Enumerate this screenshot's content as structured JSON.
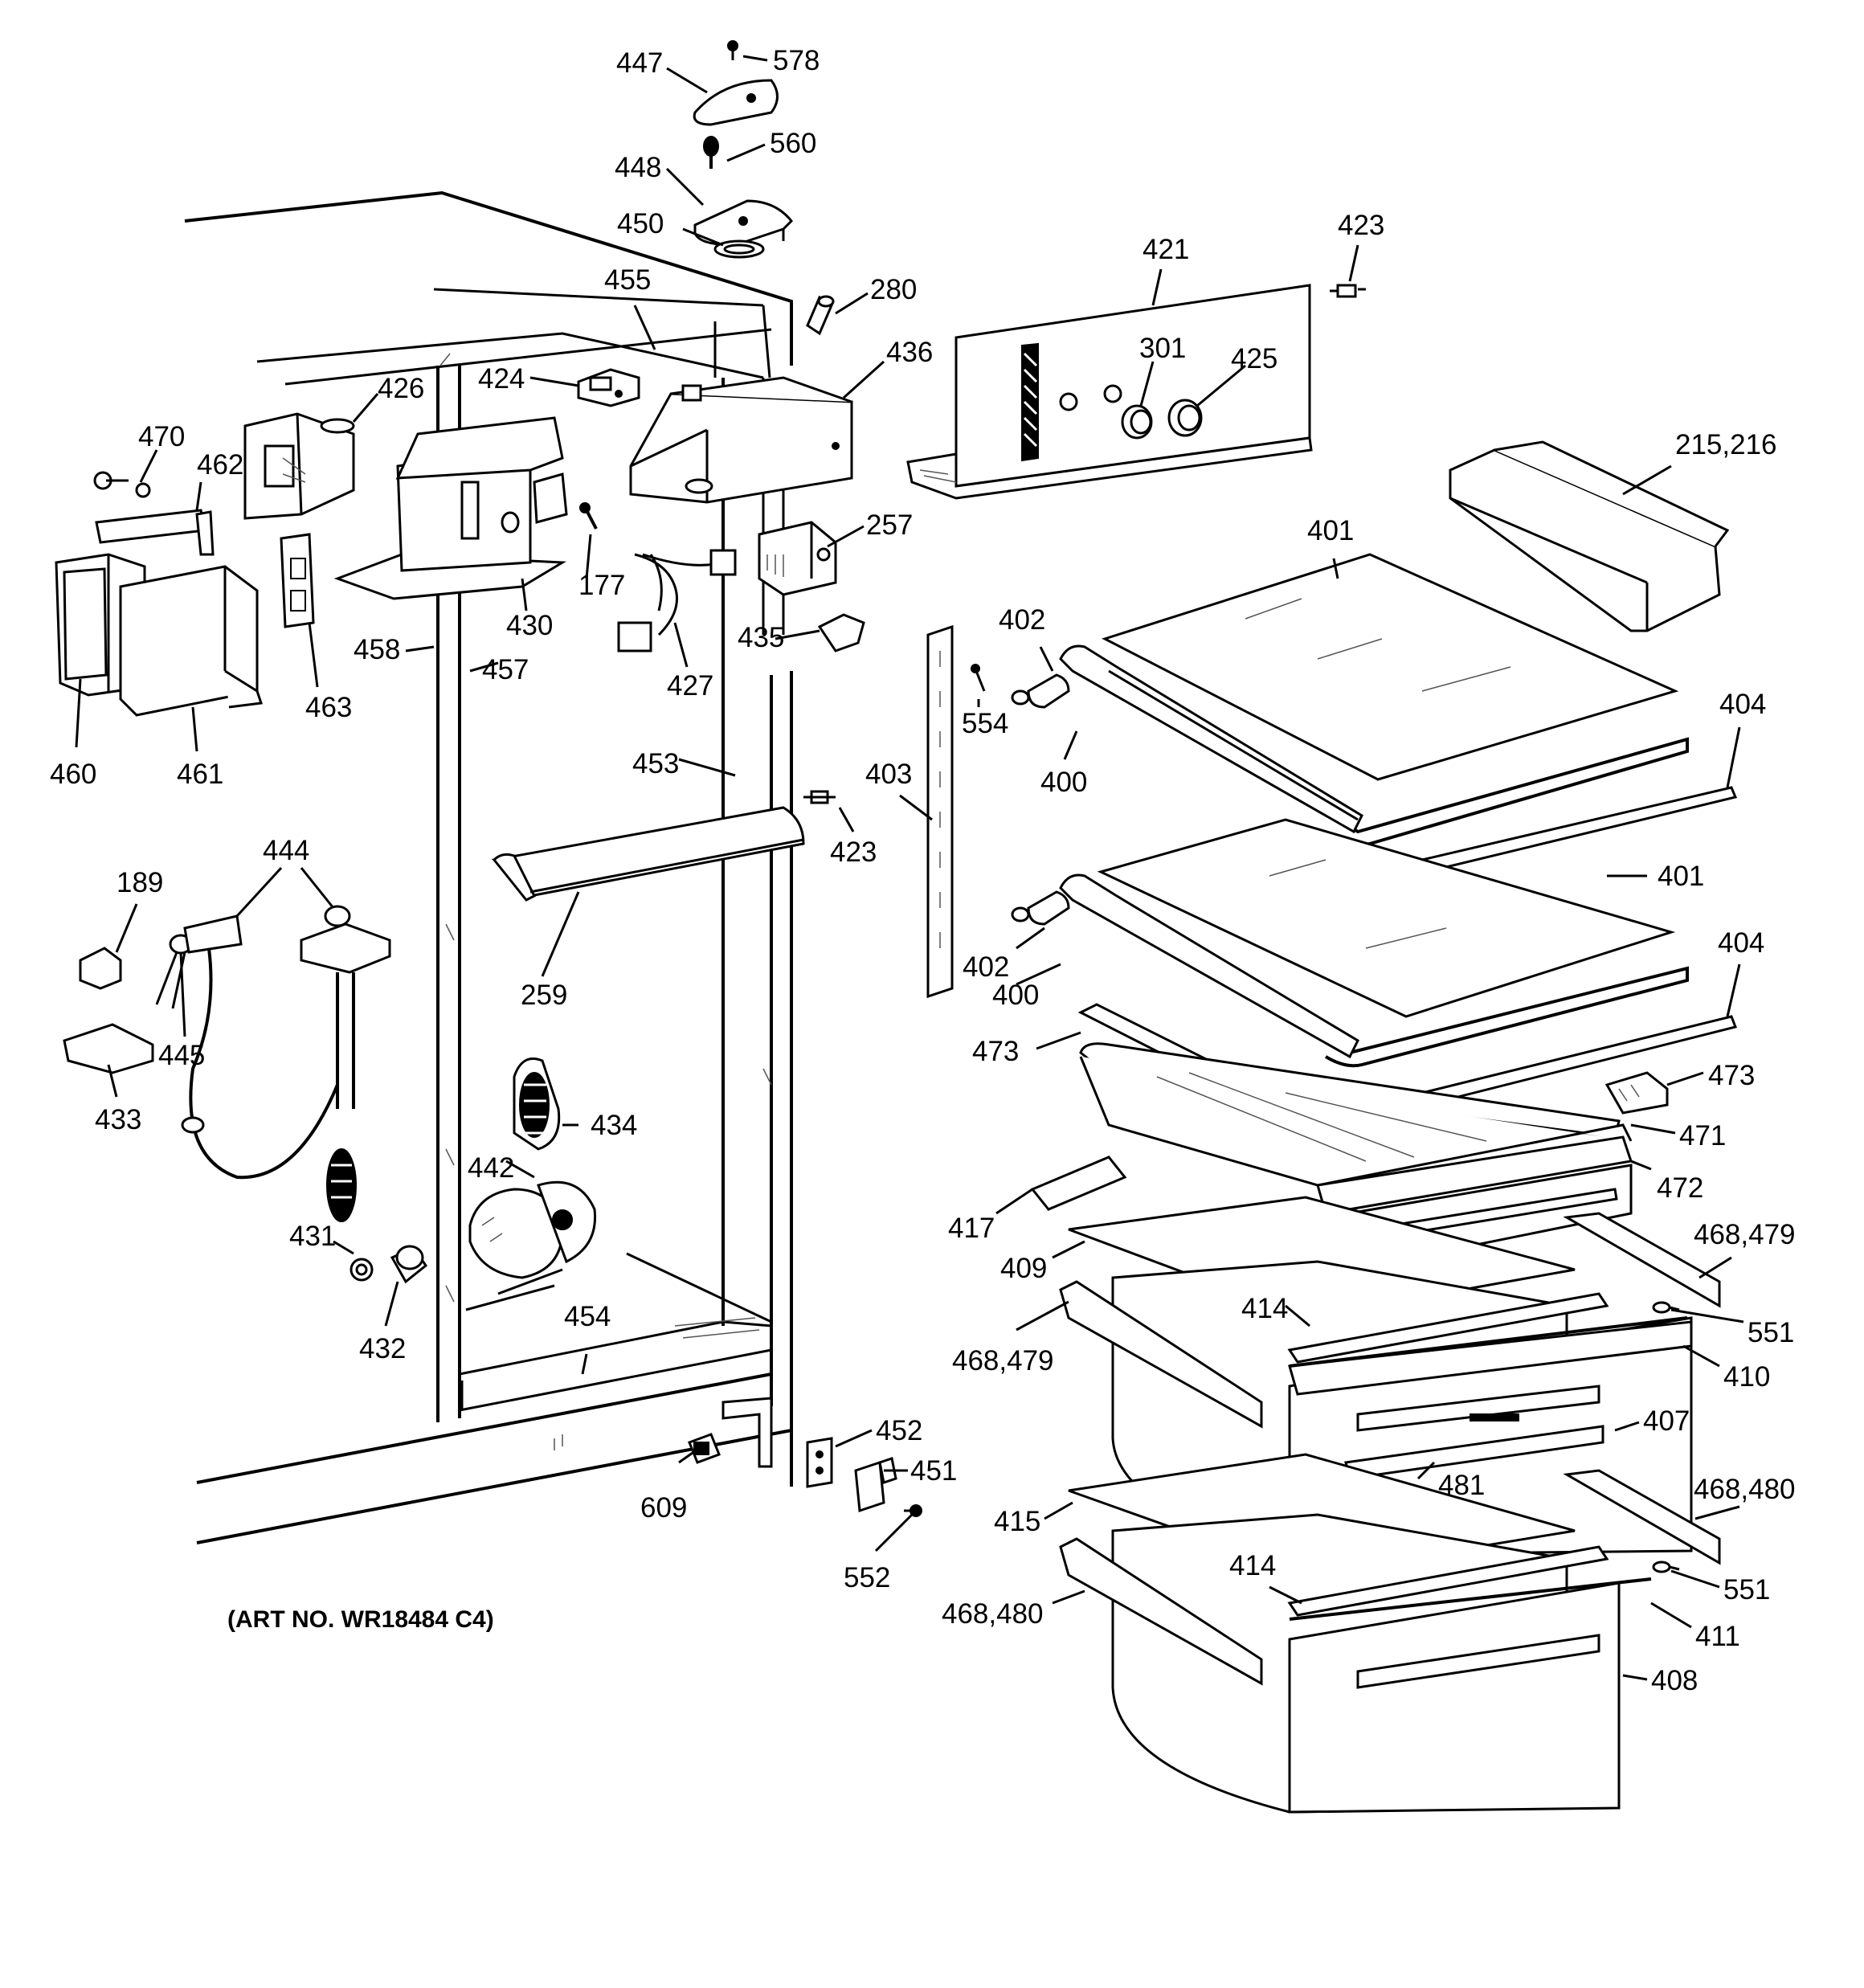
{
  "art_number": "(ART NO. WR18484 C4)",
  "labels": {
    "l447": "447",
    "l578": "578",
    "l560": "560",
    "l448": "448",
    "l450": "450",
    "l455": "455",
    "l280": "280",
    "l421": "421",
    "l423a": "423",
    "l424": "424",
    "l426": "426",
    "l436": "436",
    "l301": "301",
    "l425": "425",
    "l470": "470",
    "l462": "462",
    "l215": "215,216",
    "l257": "257",
    "l401a": "401",
    "l177": "177",
    "l430": "430",
    "l458": "458",
    "l457": "457",
    "l463": "463",
    "l427": "427",
    "l435": "435",
    "l402a": "402",
    "l554": "554",
    "l404a": "404",
    "l460": "460",
    "l461": "461",
    "l453": "453",
    "l403": "403",
    "l400a": "400",
    "l423b": "423",
    "l444": "444",
    "l189": "189",
    "l401b": "401",
    "l402b": "402",
    "l404b": "404",
    "l259": "259",
    "l400b": "400",
    "l473a": "473",
    "l445": "445",
    "l473b": "473",
    "l433": "433",
    "l434": "434",
    "l471": "471",
    "l442": "442",
    "l472": "472",
    "l417": "417",
    "l431": "431",
    "l409": "409",
    "l468a": "468,479",
    "l414a": "414",
    "l551a": "551",
    "l468b": "468,479",
    "l432": "432",
    "l454": "454",
    "l410": "410",
    "l407": "407",
    "l452": "452",
    "l481": "481",
    "l451": "451",
    "l609": "609",
    "l468c": "468,480",
    "l415": "415",
    "l552": "552",
    "l414b": "414",
    "l551b": "551",
    "l468d": "468,480",
    "l411": "411",
    "l408": "408"
  }
}
